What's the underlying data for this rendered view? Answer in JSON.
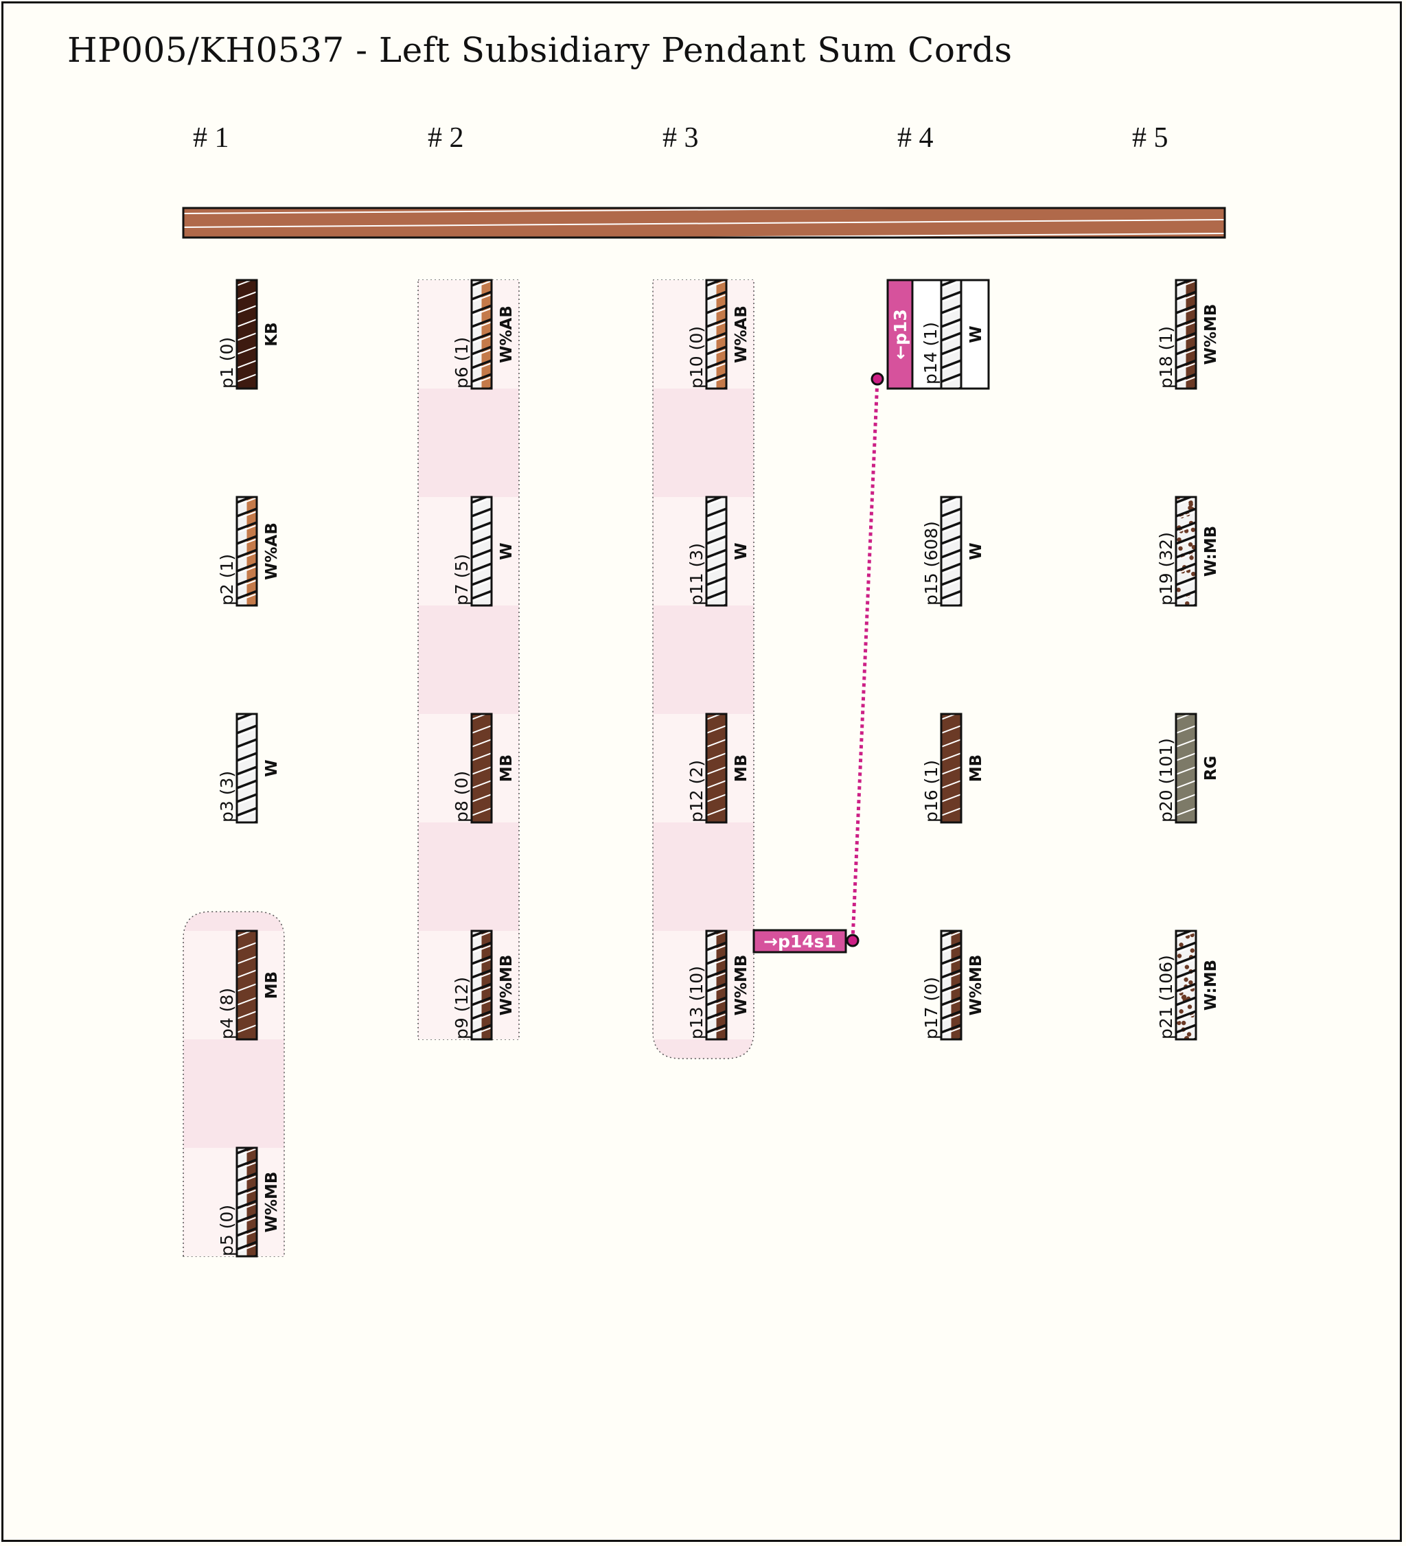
{
  "title": "HP005/KH0537 - Left Subsidiary Pendant Sum Cords",
  "colors": {
    "background": "#fffef8",
    "primary_cord": "#b0694a",
    "highlight_light": "#fdf3f3",
    "highlight_dark": "#f9e5ea",
    "link": "#d6529c",
    "link_line": "#cc1f85",
    "KB": "#3d1a10",
    "MB": "#6b3a26",
    "AB": "#c47a4a",
    "W": "#f3f3f3",
    "RG": "#7d7a68"
  },
  "groups": [
    {
      "label": "# 1",
      "highlight_rows": [
        3,
        4
      ],
      "cords": [
        {
          "id": "p1",
          "knots": "(0)",
          "color": "KB"
        },
        {
          "id": "p2",
          "knots": "(1)",
          "color": "W%AB"
        },
        {
          "id": "p3",
          "knots": "(3)",
          "color": "W"
        },
        {
          "id": "p4",
          "knots": "(8)",
          "color": "MB"
        },
        {
          "id": "p5",
          "knots": "(0)",
          "color": "W%MB"
        }
      ]
    },
    {
      "label": "# 2",
      "highlight_rows": [
        0,
        1,
        2,
        3
      ],
      "cords": [
        {
          "id": "p6",
          "knots": "(1)",
          "color": "W%AB"
        },
        {
          "id": "p7",
          "knots": "(5)",
          "color": "W"
        },
        {
          "id": "p8",
          "knots": "(0)",
          "color": "MB"
        },
        {
          "id": "p9",
          "knots": "(12)",
          "color": "W%MB"
        }
      ]
    },
    {
      "label": "# 3",
      "highlight_rows": [
        0,
        1,
        2,
        3
      ],
      "cords": [
        {
          "id": "p10",
          "knots": "(0)",
          "color": "W%AB"
        },
        {
          "id": "p11",
          "knots": "(3)",
          "color": "W"
        },
        {
          "id": "p12",
          "knots": "(2)",
          "color": "MB"
        },
        {
          "id": "p13",
          "knots": "(10)",
          "color": "W%MB"
        }
      ]
    },
    {
      "label": "# 4",
      "highlight_rows": [],
      "cords": [
        {
          "id": "p14",
          "knots": "(1)",
          "color": "W"
        },
        {
          "id": "p15",
          "knots": "(608)",
          "color": "W"
        },
        {
          "id": "p16",
          "knots": "(1)",
          "color": "MB"
        },
        {
          "id": "p17",
          "knots": "(0)",
          "color": "W%MB"
        }
      ]
    },
    {
      "label": "# 5",
      "highlight_rows": [],
      "cords": [
        {
          "id": "p18",
          "knots": "(1)",
          "color": "W%MB"
        },
        {
          "id": "p19",
          "knots": "(32)",
          "color": "W:MB"
        },
        {
          "id": "p20",
          "knots": "(101)",
          "color": "RG"
        },
        {
          "id": "p21",
          "knots": "(106)",
          "color": "W:MB"
        }
      ]
    }
  ],
  "links": {
    "from_label": "→p14s1",
    "to_label": "←p13"
  }
}
